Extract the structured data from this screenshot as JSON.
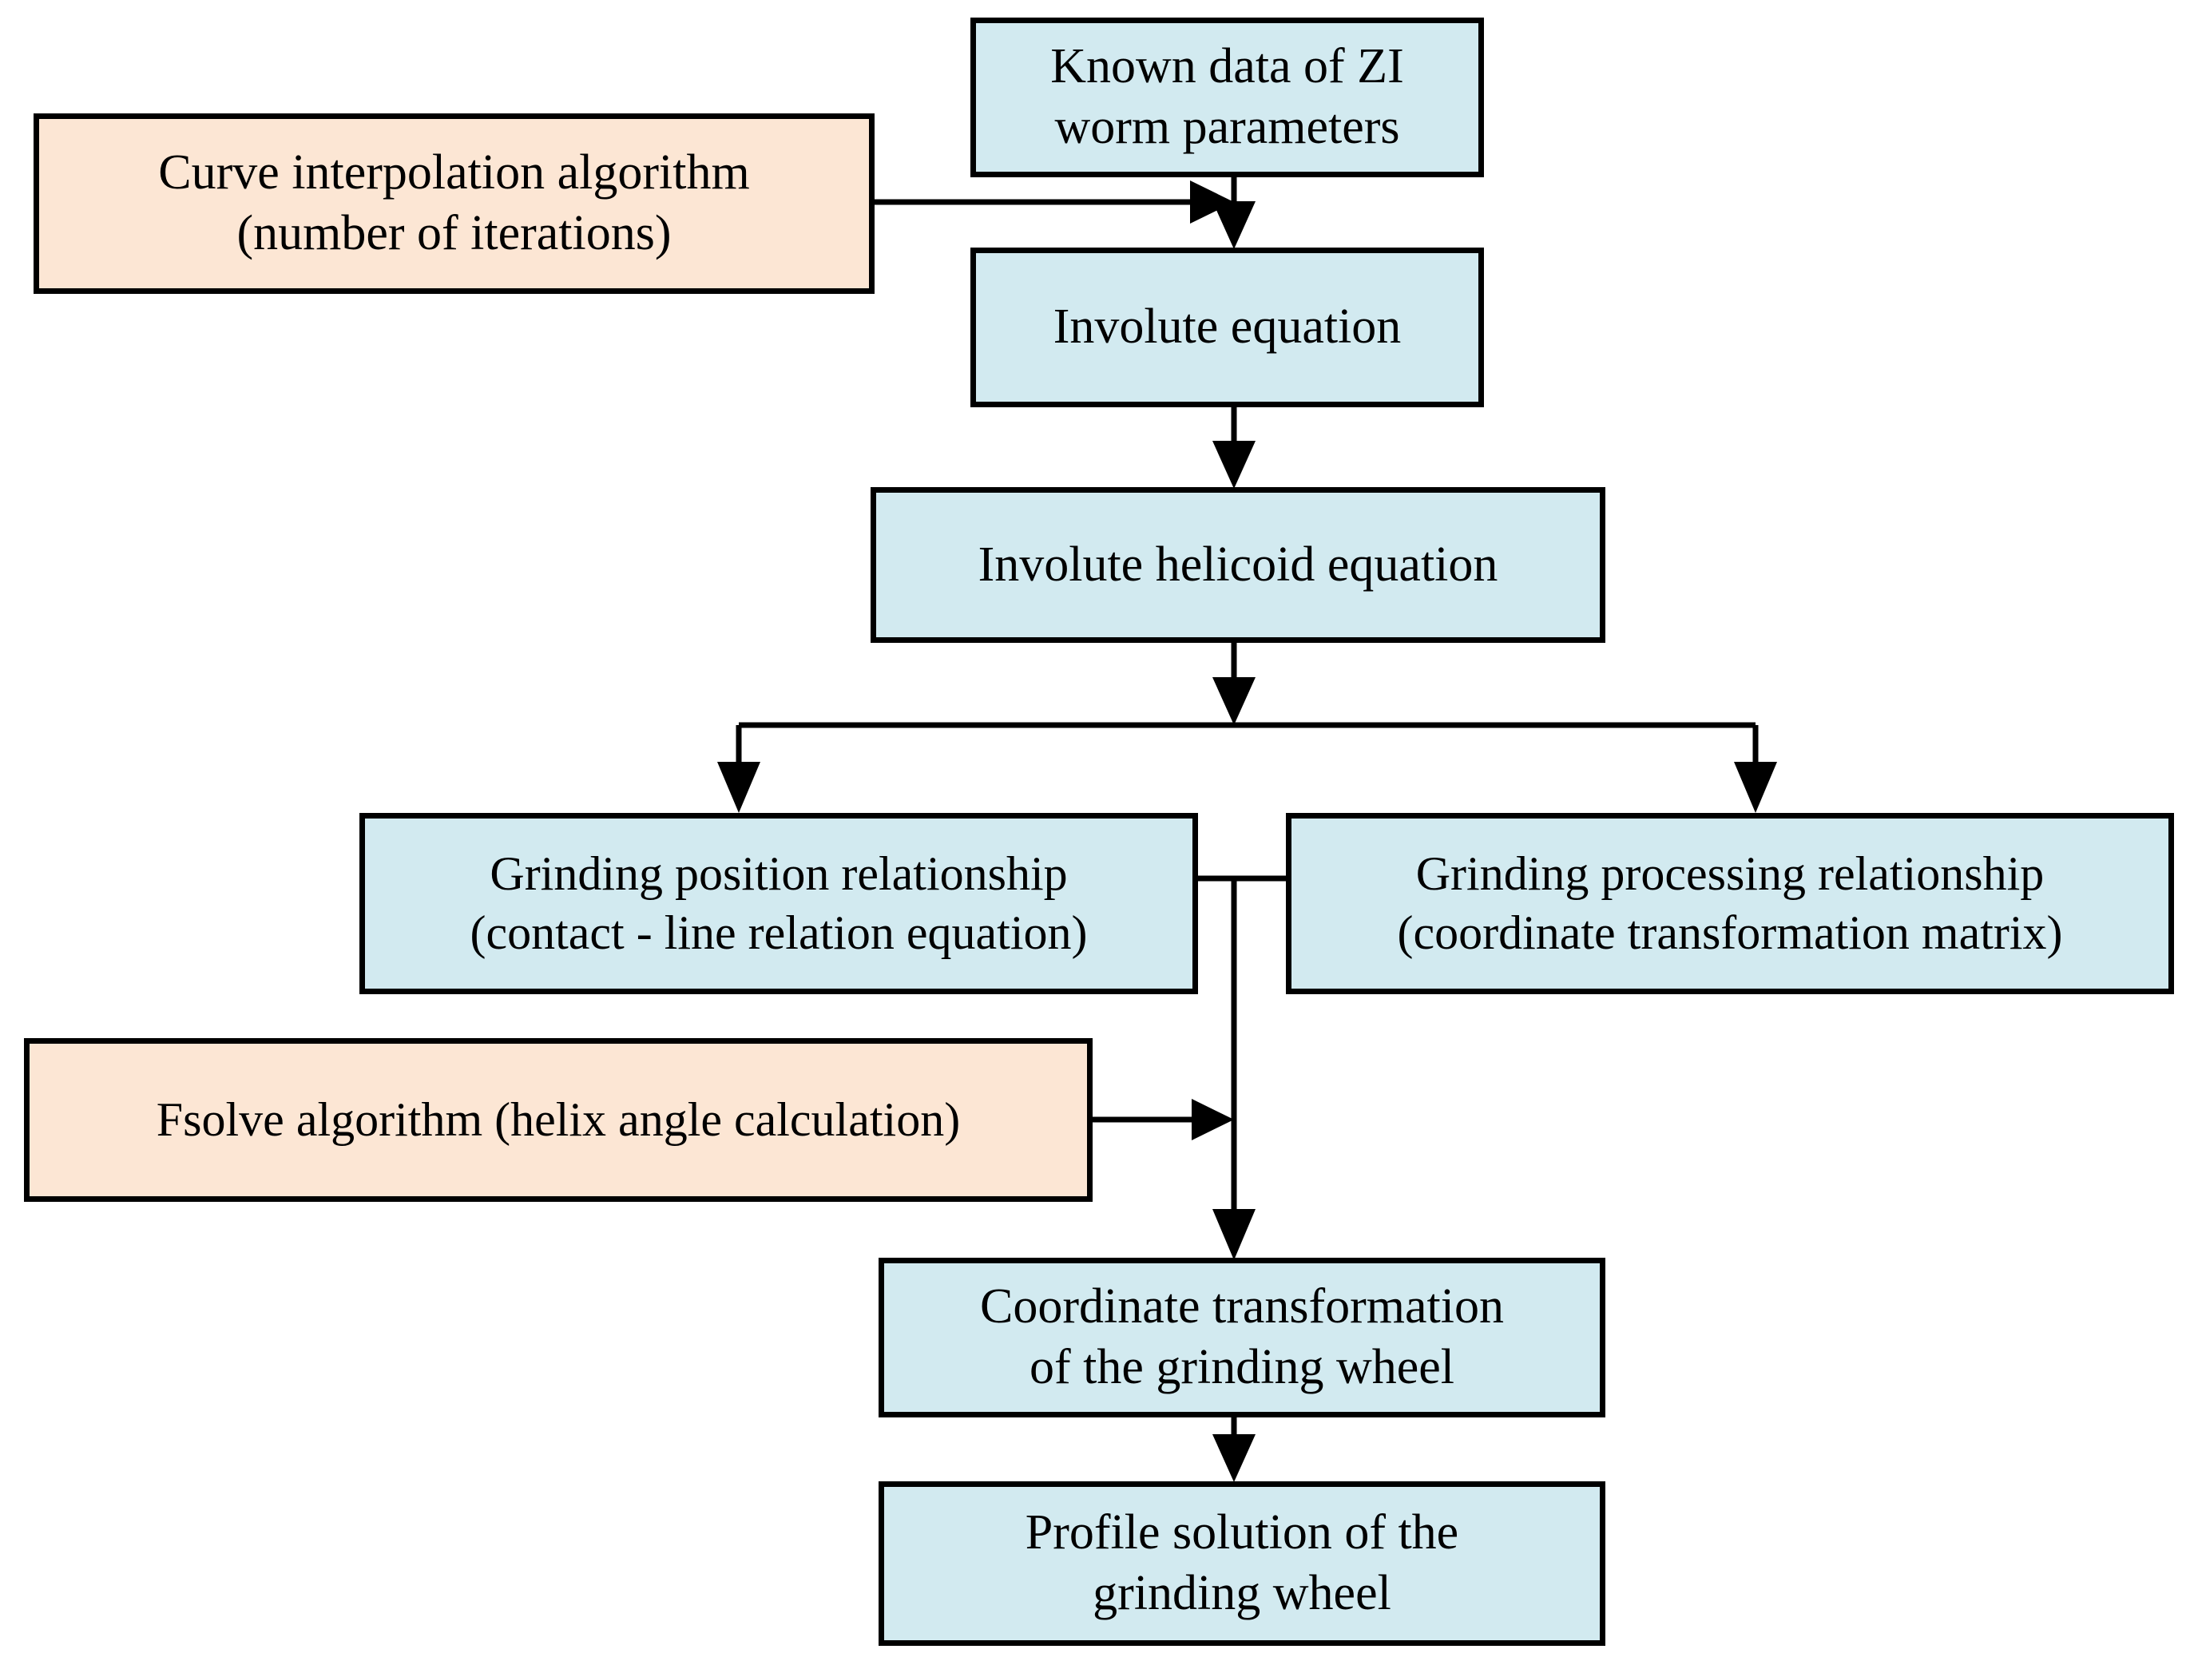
{
  "diagram": {
    "title": "Grinding wheel profile solution flowchart for ZI worm",
    "colors": {
      "process_fill": "#d2eaf0",
      "algorithm_fill": "#fce6d4",
      "stroke": "#000000",
      "background": "#ffffff"
    },
    "nodes": [
      {
        "id": "known",
        "label": "Known data of ZI\nworm parameters",
        "line1": "Known data of ZI",
        "line2": "worm parameters",
        "type": "process",
        "fill": "#d2eaf0"
      },
      {
        "id": "curve",
        "label": "Curve interpolation algorithm\n(number of iterations)",
        "line1": "Curve interpolation algorithm",
        "line2": "(number of iterations)",
        "type": "algorithm",
        "fill": "#fce6d4"
      },
      {
        "id": "involute",
        "label": "Involute equation",
        "line1": "Involute equation",
        "line2": "",
        "type": "process",
        "fill": "#d2eaf0"
      },
      {
        "id": "helicoid",
        "label": "Involute helicoid equation",
        "line1": "Involute helicoid equation",
        "line2": "",
        "type": "process",
        "fill": "#d2eaf0"
      },
      {
        "id": "position",
        "label": "Grinding position relationship\n(contact - line relation equation)",
        "line1": "Grinding position relationship",
        "line2": "(contact - line relation equation)",
        "type": "process",
        "fill": "#d2eaf0"
      },
      {
        "id": "processing",
        "label": "Grinding processing relationship\n(coordinate transformation matrix)",
        "line1": "Grinding processing relationship",
        "line2": "(coordinate transformation matrix)",
        "type": "process",
        "fill": "#d2eaf0"
      },
      {
        "id": "fsolve",
        "label": "Fsolve algorithm (helix angle calculation)",
        "line1": "Fsolve algorithm (helix angle calculation)",
        "line2": "",
        "type": "algorithm",
        "fill": "#fce6d4"
      },
      {
        "id": "coord",
        "label": "Coordinate transformation\nof the grinding wheel",
        "line1": "Coordinate transformation",
        "line2": "of the grinding wheel",
        "type": "process",
        "fill": "#d2eaf0"
      },
      {
        "id": "profile",
        "label": "Profile solution of the\ngrinding wheel",
        "line1": "Profile solution of the",
        "line2": "grinding wheel",
        "type": "process",
        "fill": "#d2eaf0"
      }
    ],
    "edges": [
      {
        "from": "known",
        "to": "involute",
        "kind": "vertical-arrow"
      },
      {
        "from": "curve",
        "to": "involute",
        "kind": "horizontal-arrow"
      },
      {
        "from": "involute",
        "to": "helicoid",
        "kind": "vertical-arrow"
      },
      {
        "from": "helicoid",
        "to": "position",
        "kind": "split-left-arrow"
      },
      {
        "from": "helicoid",
        "to": "processing",
        "kind": "split-right-arrow"
      },
      {
        "from": "position",
        "to": "coord",
        "kind": "merge-vertical-arrow"
      },
      {
        "from": "processing",
        "to": "coord",
        "kind": "merge-vertical-arrow"
      },
      {
        "from": "fsolve",
        "to": "coord",
        "kind": "horizontal-arrow"
      },
      {
        "from": "coord",
        "to": "profile",
        "kind": "vertical-arrow"
      }
    ]
  }
}
